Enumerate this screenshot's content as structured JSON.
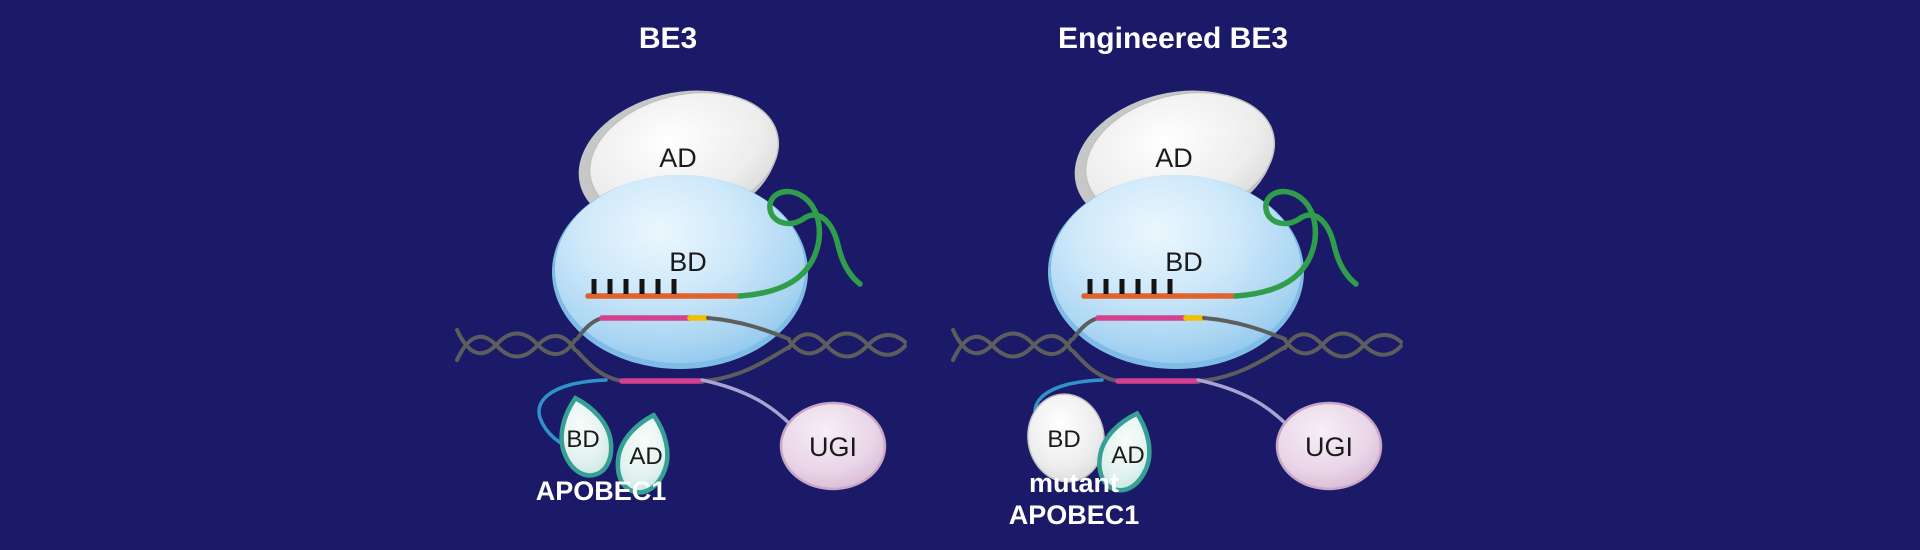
{
  "colors": {
    "background": "#1b1a68",
    "cas9_blue": "#b9dcf4",
    "deaminase_gray": "#e9e9e9",
    "sgrna_green": "#2f9e4a",
    "spacer_orange": "#e2622b",
    "target_pink": "#d6418f",
    "pam_yellow": "#f0c000",
    "dna_gray": "#5d5d5d",
    "apobec_teal": "#35a093",
    "ugi_pink": "#e3cce1"
  },
  "panels": {
    "be3": {
      "title": "BE3",
      "deaminase_label": "AD",
      "cas9_label": "BD",
      "apobec": {
        "bd_label": "BD",
        "ad_label": "AD",
        "name": "APOBEC1"
      },
      "ugi_label": "UGI"
    },
    "engineered_be3": {
      "title": "Engineered BE3",
      "deaminase_label": "AD",
      "cas9_label": "BD",
      "apobec": {
        "bd_label": "BD",
        "ad_label": "AD",
        "name_line1": "mutant",
        "name_line2": "APOBEC1"
      },
      "ugi_label": "UGI"
    }
  }
}
